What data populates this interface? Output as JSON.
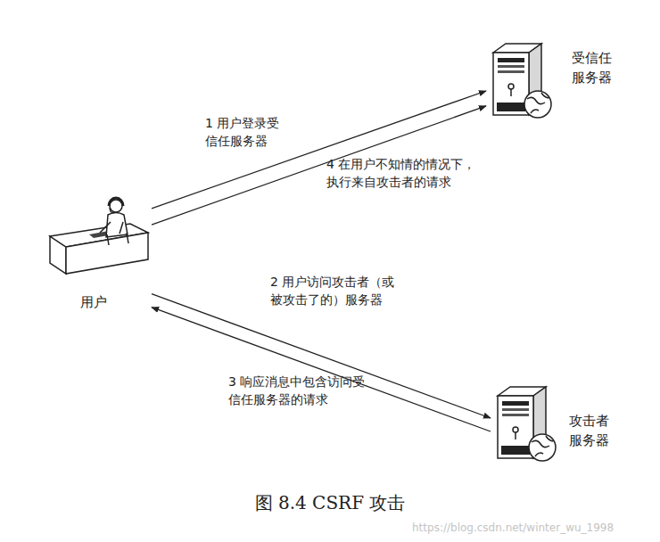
{
  "diagram": {
    "caption": "图 8.4 CSRF 攻击",
    "nodes": [
      {
        "text": [
          "用户"
        ]
      },
      {
        "text": [
          "受信任 服务器"
        ]
      },
      {
        "text": [
          "攻击者 服务器"
        ]
      }
    ],
    "edges": [
      {
        "from": 0,
        "to": 1,
        "arrow": "to",
        "label": "1 用户登录受 信任服务器"
      },
      {
        "from": 0,
        "to": 1,
        "arrow": "to",
        "label": "4 在用户不知情的情况下， 执行来自攻击者的请求"
      },
      {
        "from": 0,
        "to": 2,
        "arrow": "to",
        "label": "2 用户访问攻击者（或 被攻击了的）服务器"
      },
      {
        "from": 2,
        "to": 0,
        "arrow": "to",
        "label": "3 响应消息中包含访问受 信任服务器的请求"
      }
    ],
    "labels": [
      "https://blog.csdn.net/winter_wu_1998"
    ]
  }
}
